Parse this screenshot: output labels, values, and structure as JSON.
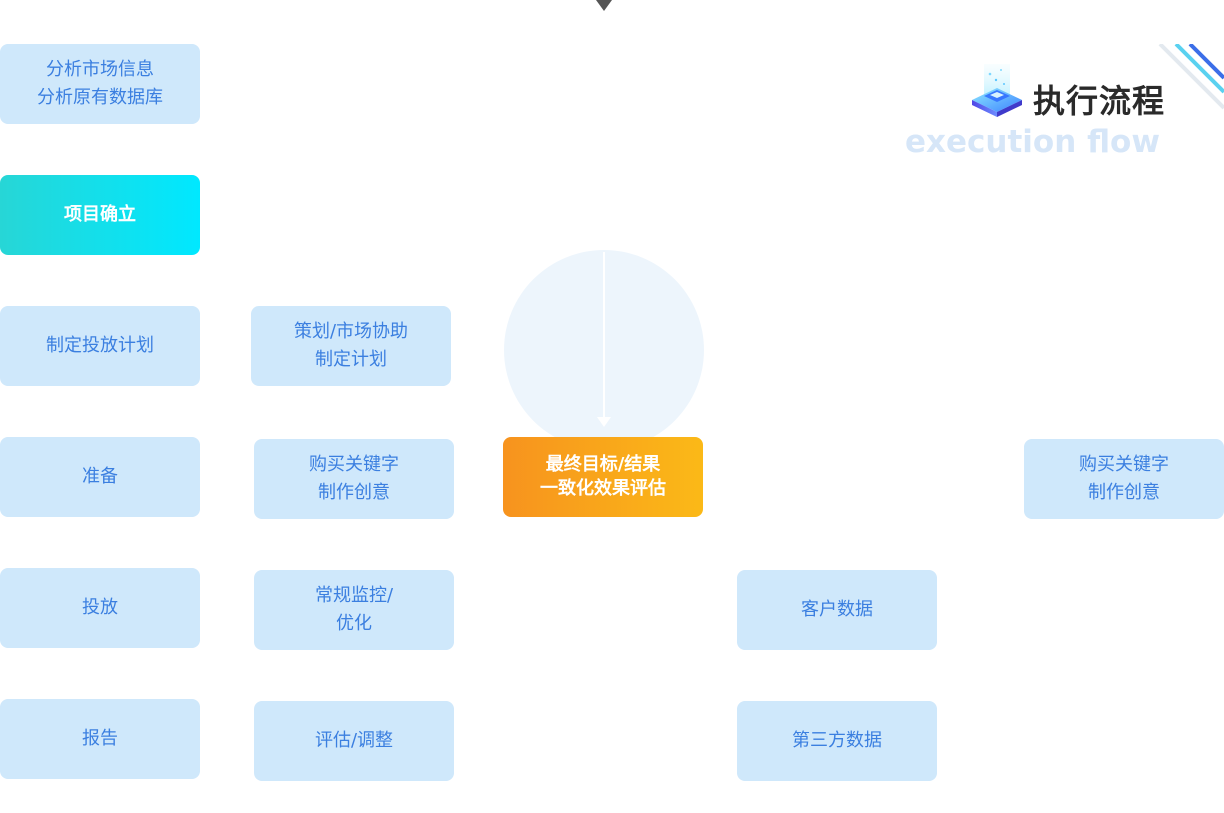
{
  "title": {
    "zh": "执行流程",
    "en": "execution flow"
  },
  "icons": {
    "title_icon": "isometric-server-stack-icon",
    "corner": "diagonal-stripes-decoration"
  },
  "colors": {
    "box_fill": "#cfe8fb",
    "box_text": "#3b7fe0",
    "primary_gradient": [
      "#27d6d6",
      "#00e8ff"
    ],
    "goal_gradient": [
      "#f7931e",
      "#fbb917"
    ],
    "circle_fill": "#edf5fc",
    "title_text": "#2a2a2a",
    "subtitle_text": "#d6e6f8"
  },
  "nodes": {
    "analyze_market": [
      "分析市场信息",
      "分析原有数据库"
    ],
    "project_setup": [
      "项目确立"
    ],
    "make_plan": [
      "制定投放计划"
    ],
    "planning_assist": [
      "策划/市场协助",
      "制定计划"
    ],
    "prepare": [
      "准备"
    ],
    "buy_keywords": [
      "购买关键字",
      "制作创意"
    ],
    "final_goal": [
      "最终目标/结果",
      "一致化效果评估"
    ],
    "buy_keywords_right": [
      "购买关键字",
      "制作创意"
    ],
    "deliver": [
      "投放"
    ],
    "monitor": [
      "常规监控/",
      "优化"
    ],
    "customer_data": [
      "客户数据"
    ],
    "report": [
      "报告"
    ],
    "evaluate": [
      "评估/调整"
    ],
    "third_party_data": [
      "第三方数据"
    ]
  }
}
